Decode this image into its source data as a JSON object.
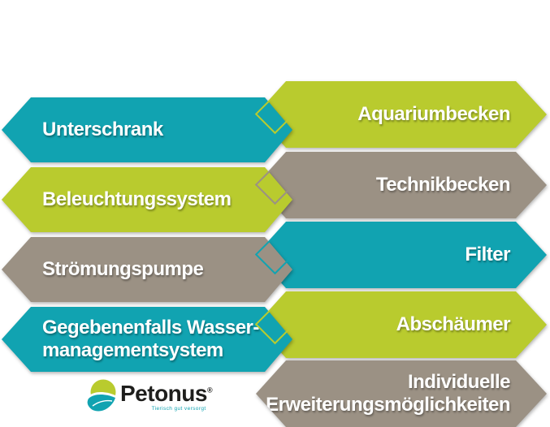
{
  "palette": {
    "teal": "#11a3b1",
    "lime": "#b9cb2e",
    "taupe": "#9b9184",
    "banner_text": "#ffffff",
    "logo_text": "#1e1e1c"
  },
  "left_column": [
    {
      "label": "Unterschrank",
      "color": "teal"
    },
    {
      "label": "Beleuchtungssystem",
      "color": "lime"
    },
    {
      "label": "Strömungspumpe",
      "color": "taupe"
    },
    {
      "label": "Gegebenenfalls Wasser-managementsystem",
      "color": "teal",
      "lines": [
        "Gegebenenfalls Wasser-",
        "managementsystem"
      ]
    }
  ],
  "right_column": [
    {
      "label": "Aquariumbecken",
      "color": "lime"
    },
    {
      "label": "Technikbecken",
      "color": "taupe"
    },
    {
      "label": "Filter",
      "color": "teal"
    },
    {
      "label": "Abschäumer",
      "color": "lime"
    },
    {
      "label": "Individuelle Erweiterungsmöglichkeiten",
      "color": "taupe",
      "lines": [
        "Individuelle",
        "Erweiterungsmöglichkeiten"
      ]
    }
  ],
  "logo": {
    "brand": "Petonus",
    "registered_mark": "®",
    "tagline": "Tierisch gut versorgt"
  }
}
